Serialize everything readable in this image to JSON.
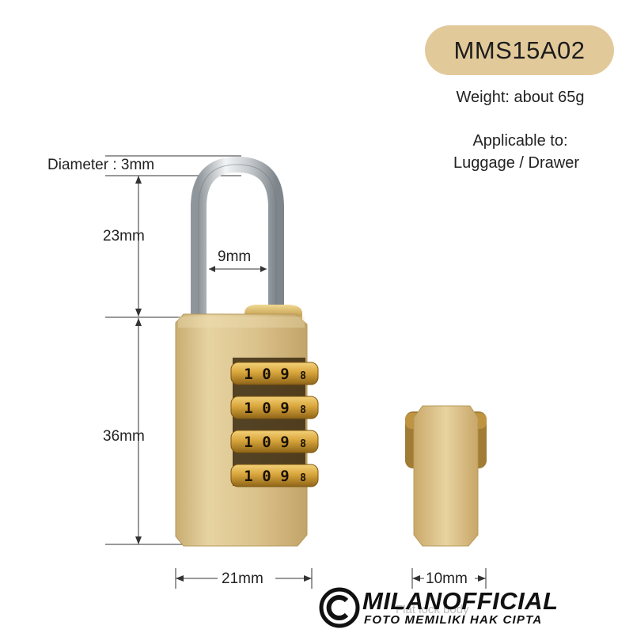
{
  "product": {
    "model": "MMS15A02",
    "weight": "Weight: about 65g",
    "applicable_line1": "Applicable to:",
    "applicable_line2": "Luggage / Drawer"
  },
  "dimensions": {
    "diameter": "Diameter : 3mm",
    "shackle_height": "23mm",
    "shackle_gap": "9mm",
    "body_height": "36mm",
    "body_width": "21mm",
    "body_thickness": "10mm"
  },
  "lock": {
    "dial_rows": [
      [
        "1",
        "0",
        "9",
        "8"
      ],
      [
        "1",
        "0",
        "9",
        "8"
      ],
      [
        "1",
        "0",
        "9",
        "8"
      ],
      [
        "1",
        "0",
        "9",
        "8"
      ]
    ]
  },
  "side_caption": "Flat lock body",
  "watermark": {
    "brand": "MILANOFFICIAL",
    "subtitle": "FOTO MEMILIKI HAK CIPTA",
    "icon": "c-logo-icon"
  },
  "colors": {
    "badge": "#e2c99a",
    "brass_light": "#ead9a8",
    "brass_mid": "#d8c08a",
    "brass_dark": "#b89a5e",
    "dial_gold": "#d7a83e",
    "chrome": "#cfd3d6"
  }
}
